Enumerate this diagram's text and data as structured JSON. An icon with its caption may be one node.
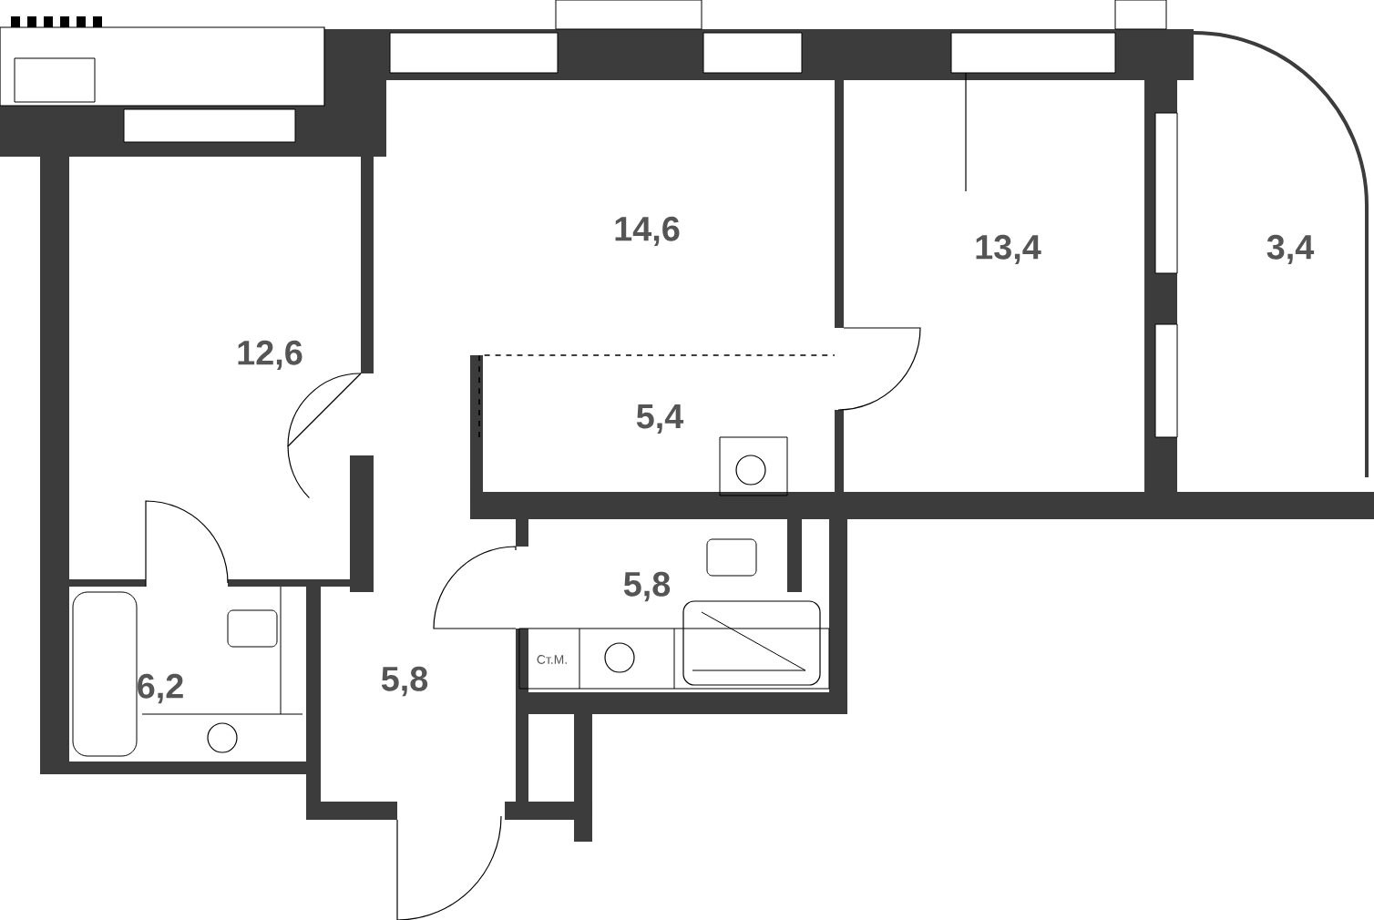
{
  "diagram": {
    "labels": [
      "14,6",
      "13,4",
      "3,4",
      "12,6",
      "5,4",
      "5,8",
      "6,2",
      "Ст.М.",
      "5,8"
    ]
  }
}
